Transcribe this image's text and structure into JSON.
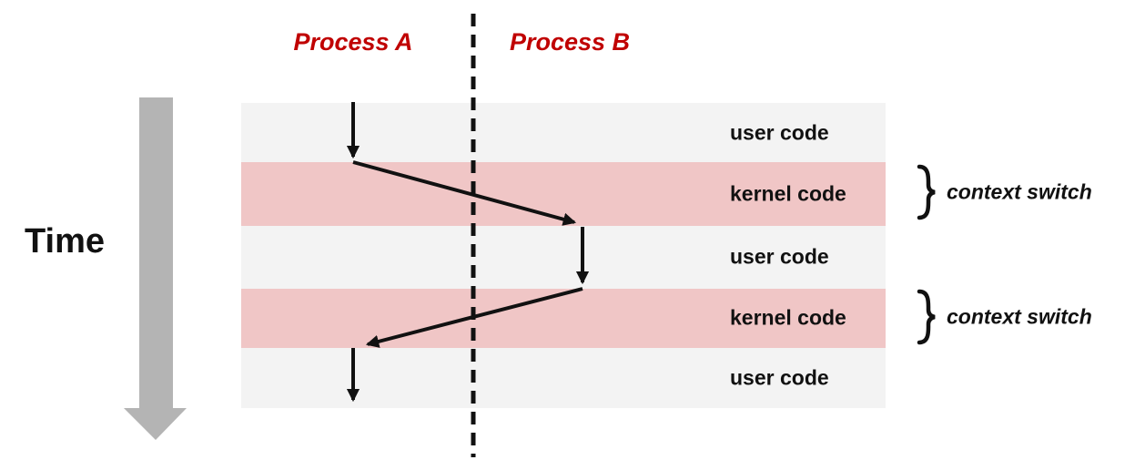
{
  "diagram": {
    "process_a_label": "Process A",
    "process_b_label": "Process B",
    "time_label": "Time",
    "bands": [
      {
        "label": "user code",
        "type": "user"
      },
      {
        "label": "kernel code",
        "type": "kernel"
      },
      {
        "label": "user code",
        "type": "user"
      },
      {
        "label": "kernel code",
        "type": "kernel"
      },
      {
        "label": "user code",
        "type": "user"
      }
    ],
    "context_switch_annotations": [
      {
        "brace": "}",
        "label": "context switch"
      },
      {
        "brace": "}",
        "label": "context switch"
      }
    ]
  },
  "colors": {
    "process_label": "#C00000",
    "user_band": "#F3F3F3",
    "kernel_band": "#F0C6C6",
    "time_arrow": "#B4B4B4",
    "flow_arrow": "#111111",
    "text": "#111111"
  }
}
